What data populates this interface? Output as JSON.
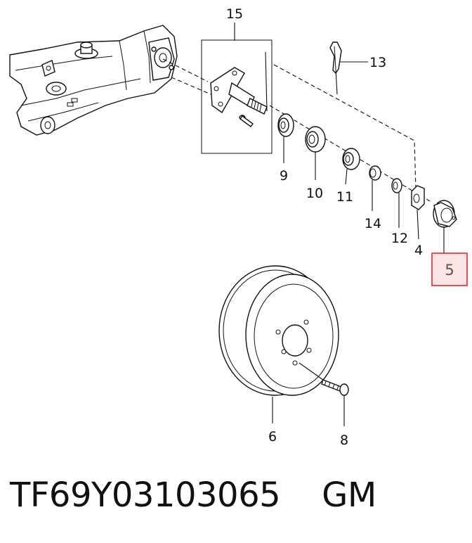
{
  "callouts": {
    "c15": "15",
    "c13": "13",
    "c9": "9",
    "c10": "10",
    "c11": "11",
    "c14": "14",
    "c12": "12",
    "c4": "4",
    "c5": "5",
    "c6": "6",
    "c8": "8"
  },
  "highlight": {
    "part": "5",
    "color": "#e8262b",
    "fill": "#fde4e4"
  },
  "caption": {
    "part_number": "TF69Y03103065",
    "brand": "GM"
  }
}
